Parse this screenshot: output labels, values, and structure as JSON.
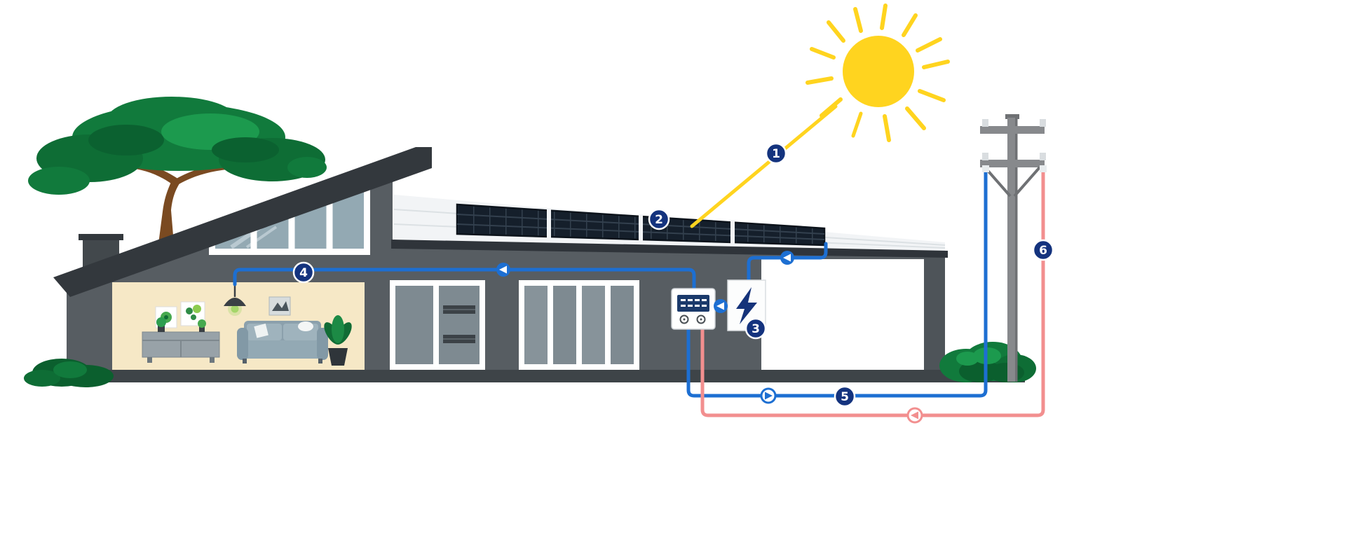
{
  "diagram": {
    "type": "illustration",
    "badges": {
      "n1": "1",
      "n2": "2",
      "n3": "3",
      "n4": "4",
      "n5": "5",
      "n6": "6"
    },
    "flow_arrows": {
      "house_supply_wire": "left",
      "panel_to_inverter": "left",
      "inverter_to_meter": "left",
      "meter_to_grid": "right",
      "grid_to_house": "left"
    },
    "colors": {
      "badge_navy": "#14337e",
      "wire_blue": "#1d6fd2",
      "wire_red": "#f28f8f",
      "sun_yellow": "#ffd41f",
      "roof_charcoal": "#33383d",
      "wall_gray": "#575d62",
      "interior_cream": "#f6e8c6",
      "tree_green": "#117a3c",
      "panel_dark": "#151f2b"
    },
    "icons": {
      "sun-icon": "sun disc with rays",
      "solar-panel-icon": "dark gridded panel array",
      "lightning-bolt-icon": "bolt glyph on inverter",
      "meter-display-icon": "segmented digital display",
      "power-pole-icon": "utility pole with crossarms",
      "flow-arrow-left-icon": "circled left arrow",
      "flow-arrow-right-icon": "circled right arrow"
    }
  }
}
